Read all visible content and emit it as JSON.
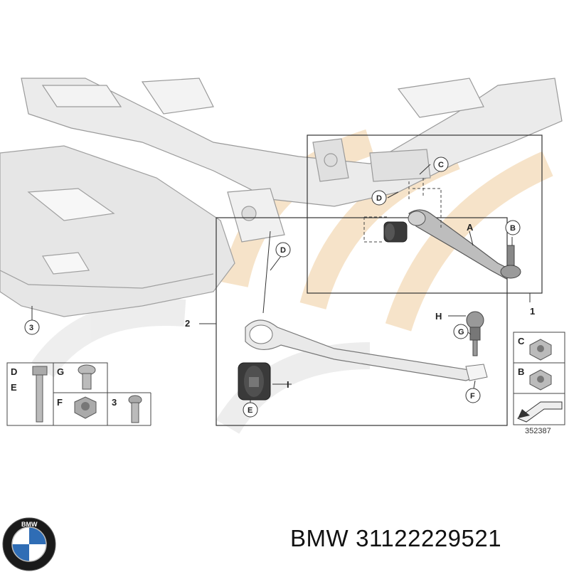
{
  "labels": {
    "A": "A",
    "B": "B",
    "C": "C",
    "D": "D",
    "E": "E",
    "F": "F",
    "G": "G",
    "H": "H",
    "I": "I",
    "one": "1",
    "two": "2",
    "three": "3"
  },
  "drawing_number": "352387",
  "footer": {
    "brand": "BMW",
    "part_number": "31122229521"
  },
  "logo": {
    "text": "BMW"
  },
  "colors": {
    "watermark": "#f6e1c4",
    "part_light": "#e8e8e8",
    "part_stroke": "#9a9a9a",
    "dark_part": "#3a3a3a",
    "frame": "#333333"
  }
}
